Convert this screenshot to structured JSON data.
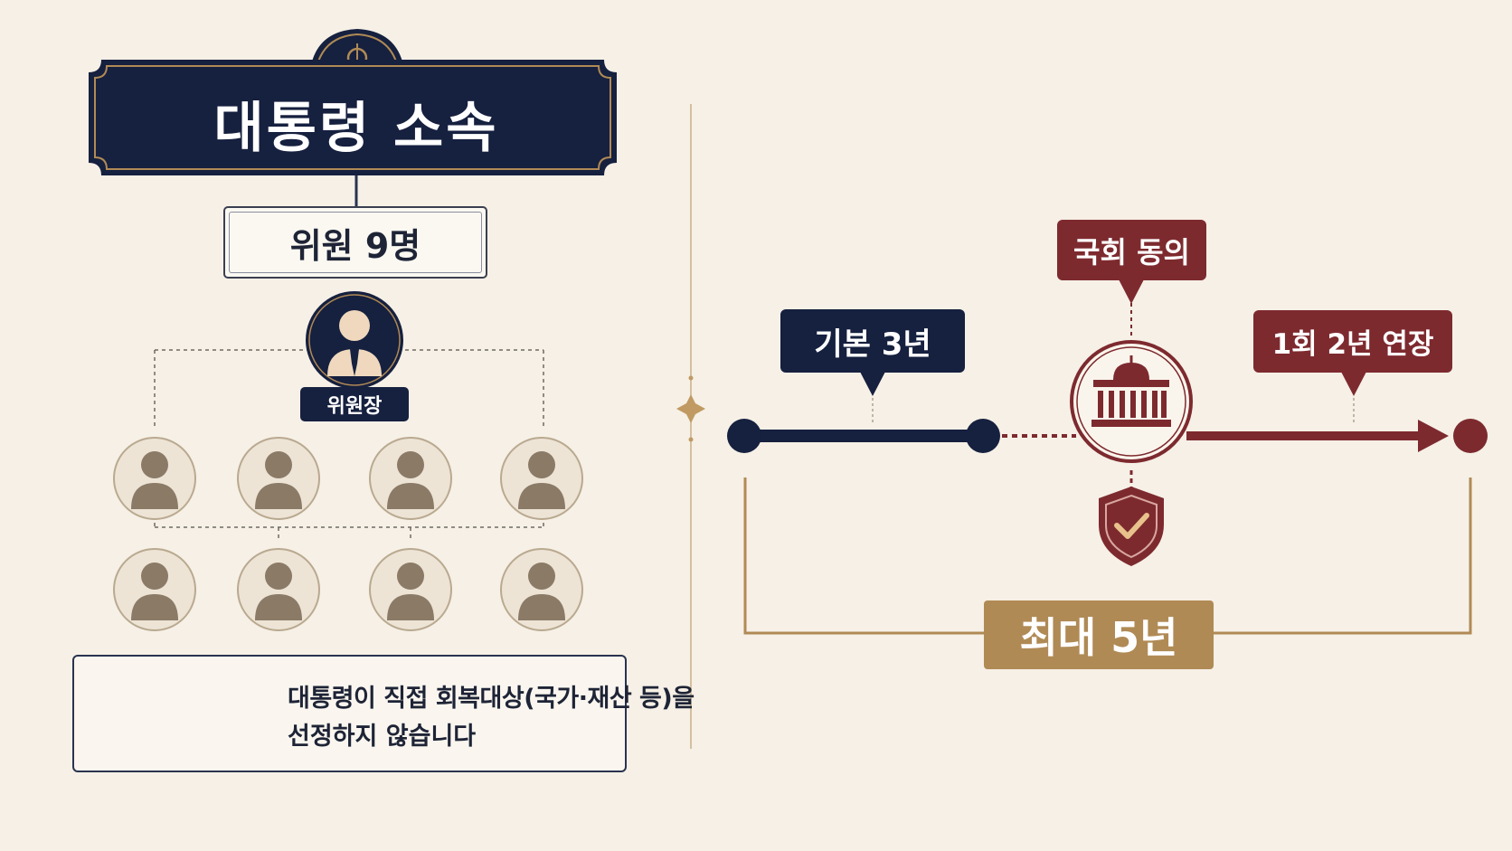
{
  "title": "대통령 소속",
  "members": "위원 9명",
  "chair_label": "위원장",
  "note": {
    "line1": "대통령이 직접 회복대상(국가·재산 등)을",
    "line2": "선정하지 않습니다"
  },
  "timeline": {
    "basic_term": "기본 3년",
    "approval": "국회 동의",
    "extension": "1회 2년 연장",
    "maximum": "최대 5년"
  },
  "colors": {
    "navy": "#16203f",
    "burgundy": "#7d2a2f",
    "gold": "#b08a55",
    "background": "#f6f0e6"
  }
}
